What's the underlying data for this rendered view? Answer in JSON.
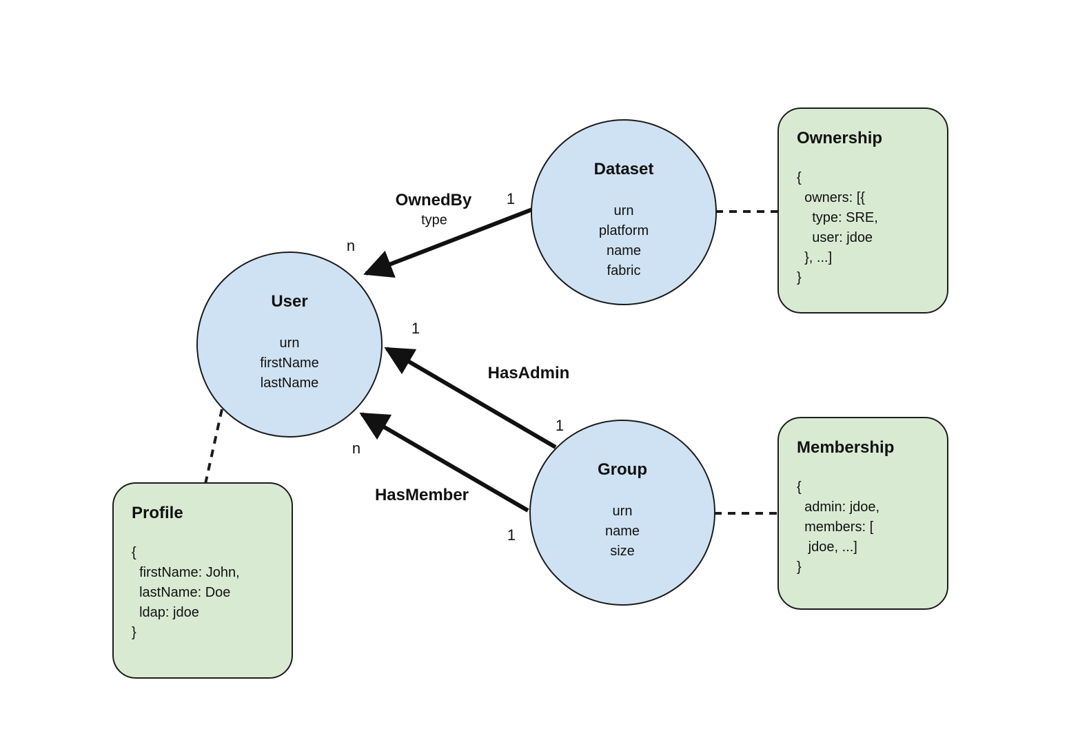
{
  "diagram": {
    "colors": {
      "background": "#ffffff",
      "entity_fill": "#cfe2f3",
      "aspect_fill": "#d9ead3",
      "stroke": "#1c1c1c",
      "arrow": "#111111"
    },
    "entities": [
      {
        "title": "Dataset",
        "attributes": [
          "urn",
          "platform",
          "name",
          "fabric"
        ]
      },
      {
        "title": "User",
        "attributes": [
          "urn",
          "firstName",
          "lastName"
        ]
      },
      {
        "title": "Group",
        "attributes": [
          "urn",
          "name",
          "size"
        ]
      }
    ],
    "aspects": [
      {
        "title": "Ownership",
        "linked_entity": "Dataset",
        "code": "{\n  owners: [{\n    type: SRE,\n    user: jdoe\n  }, ...]\n}"
      },
      {
        "title": "Membership",
        "linked_entity": "Group",
        "code": "{\n  admin: jdoe,\n  members: [\n   jdoe, ...]\n}"
      },
      {
        "title": "Profile",
        "linked_entity": "User",
        "code": "{\n  firstName: John,\n  lastName: Doe\n  ldap: jdoe\n}"
      }
    ],
    "relationships": [
      {
        "name": "OwnedBy",
        "attribute": "type",
        "source": "Dataset",
        "target": "User",
        "source_cardinality": "1",
        "target_cardinality": "n"
      },
      {
        "name": "HasAdmin",
        "source": "Group",
        "target": "User",
        "source_cardinality": "1",
        "target_cardinality": "1"
      },
      {
        "name": "HasMember",
        "source": "Group",
        "target": "User",
        "source_cardinality": "1",
        "target_cardinality": "n"
      }
    ]
  }
}
